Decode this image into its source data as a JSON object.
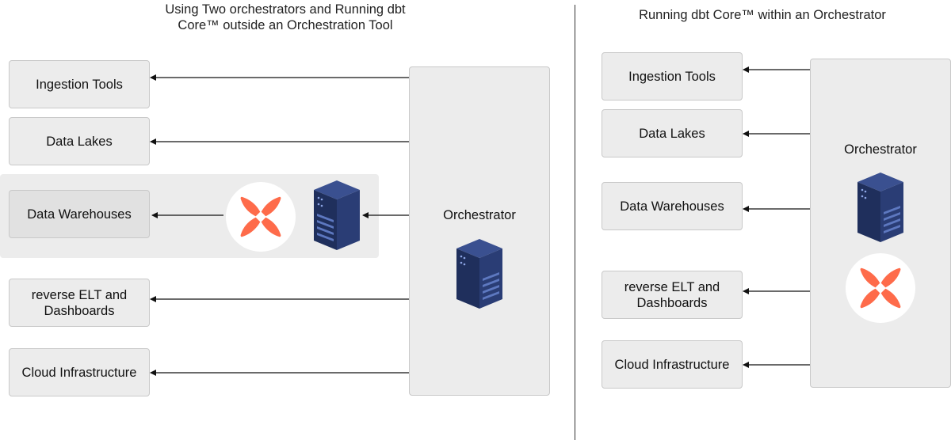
{
  "left": {
    "title_line1": "Using Two orchestrators and Running dbt",
    "title_line2": "Core™ outside an Orchestration Tool",
    "items": [
      {
        "label_line1": "Ingestion Tools",
        "label_line2": ""
      },
      {
        "label_line1": "Data Lakes",
        "label_line2": ""
      },
      {
        "label_line1": "Data Warehouses",
        "label_line2": ""
      },
      {
        "label_line1": "reverse ELT and",
        "label_line2": "Dashboards"
      },
      {
        "label_line1": "Cloud Infrastructure",
        "label_line2": ""
      }
    ],
    "orchestrator_label": "Orchestrator"
  },
  "right": {
    "title": "Running dbt Core™ within an Orchestrator",
    "items": [
      {
        "label_line1": "Ingestion Tools",
        "label_line2": ""
      },
      {
        "label_line1": "Data Lakes",
        "label_line2": ""
      },
      {
        "label_line1": "Data Warehouses",
        "label_line2": ""
      },
      {
        "label_line1": "reverse ELT and",
        "label_line2": "Dashboards"
      },
      {
        "label_line1": "Cloud Infrastructure",
        "label_line2": ""
      }
    ],
    "orchestrator_label": "Orchestrator"
  },
  "icons": {
    "server": "server-icon",
    "dbt": "dbt-logo-icon"
  },
  "colors": {
    "box_fill": "#ececec",
    "box_border": "#c9c9c9",
    "panel_fill": "#ececec",
    "server_dark": "#1f2f5c",
    "server_light": "#3a5090",
    "dbt_orange": "#fe6b4a",
    "arrow": "#111111"
  }
}
